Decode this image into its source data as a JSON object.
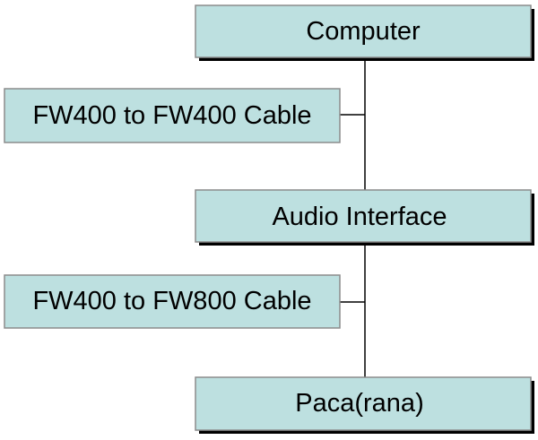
{
  "diagram": {
    "nodes": {
      "computer": "Computer",
      "cable_fw400_fw400": "FW400 to FW400 Cable",
      "audio_interface": "Audio Interface",
      "cable_fw400_fw800": "FW400 to FW800 Cable",
      "paca": "Paca(rana)"
    },
    "edges": [
      {
        "from": "computer",
        "to": "audio_interface",
        "via": "cable_fw400_fw400"
      },
      {
        "from": "audio_interface",
        "to": "paca",
        "via": "cable_fw400_fw800"
      }
    ],
    "colors": {
      "box_fill": "#bde0e0",
      "box_border": "#8c8c8c",
      "shadow": "#000000",
      "line": "#000000",
      "text": "#000000"
    }
  }
}
